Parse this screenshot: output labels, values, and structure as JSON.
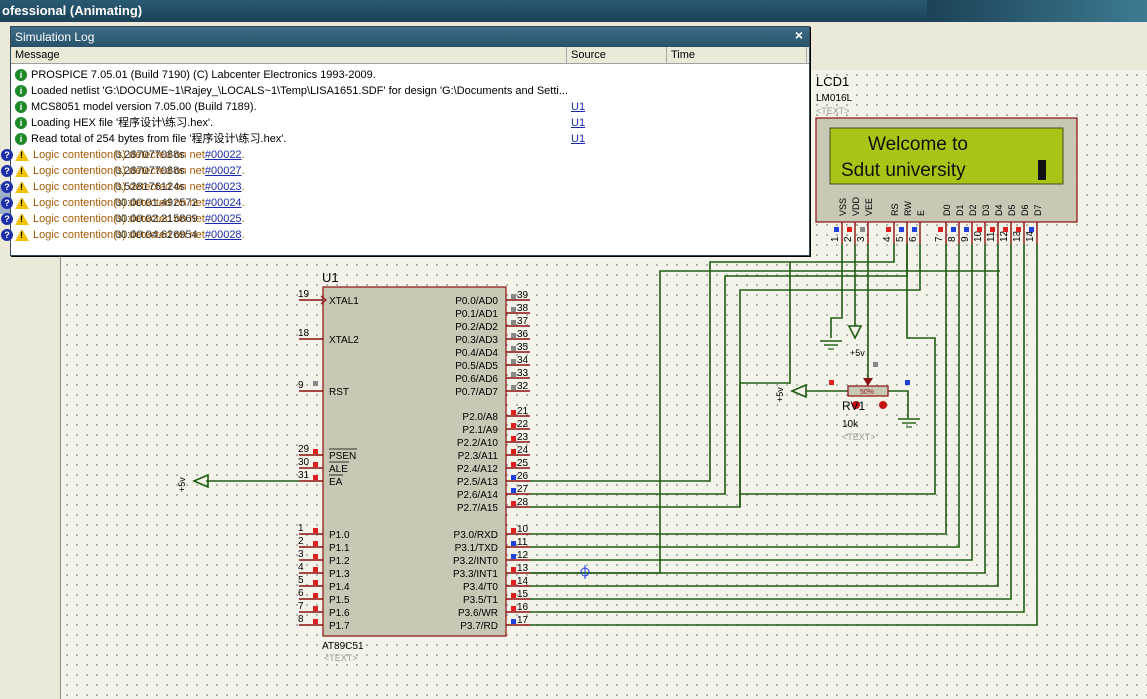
{
  "app": {
    "title_fragment": "ofessional (Animating)"
  },
  "sim_log": {
    "title": "Simulation Log",
    "close_symbol": "×",
    "columns": {
      "message": "Message",
      "source": "Source",
      "time": "Time"
    },
    "rows": [
      {
        "kind": "info",
        "text": "PROSPICE 7.05.01 (Build 7190) (C) Labcenter Electronics 1993-2009.",
        "net": "",
        "suffix": "",
        "source": "",
        "time": ""
      },
      {
        "kind": "info",
        "text": "Loaded netlist 'G:\\DOCUME~1\\Rajey_\\LOCALS~1\\Temp\\LISA1651.SDF' for design 'G:\\Documents and Setti...",
        "net": "",
        "suffix": "",
        "source": "",
        "time": ""
      },
      {
        "kind": "info",
        "text": "MCS8051 model version 7.05.00 (Build 7189).",
        "net": "",
        "suffix": "",
        "source": "U1",
        "time": ""
      },
      {
        "kind": "info",
        "text": "Loading HEX file '程序设计\\练习.hex'.",
        "net": "",
        "suffix": "",
        "source": "U1",
        "time": ""
      },
      {
        "kind": "info",
        "text": "Read total of 254 bytes from file '程序设计\\练习.hex'.",
        "net": "",
        "suffix": "",
        "source": "U1",
        "time": ""
      },
      {
        "kind": "warn",
        "text": "Logic contention(s) detected on net ",
        "net": "#00022",
        "suffix": ".",
        "source": "?",
        "time": "0.287077088s"
      },
      {
        "kind": "warn",
        "text": "Logic contention(s) detected on net ",
        "net": "#00027",
        "suffix": ".",
        "source": "?",
        "time": "0.287077088s"
      },
      {
        "kind": "warn",
        "text": "Logic contention(s) detected on net ",
        "net": "#00023",
        "suffix": ".",
        "source": "?",
        "time": "0.528176124s"
      },
      {
        "kind": "warn",
        "text": "Logic contention(s) detected on net ",
        "net": "#00024",
        "suffix": ".",
        "source": "?",
        "time": "00:00:01.492572"
      },
      {
        "kind": "warn",
        "text": "Logic contention(s) detected on net ",
        "net": "#00025",
        "suffix": ".",
        "source": "?",
        "time": "00:00:02.215869"
      },
      {
        "kind": "warn",
        "text": "Logic contention(s) detected on net ",
        "net": "#00028",
        "suffix": ".",
        "source": "?",
        "time": "00:00:04.626954"
      }
    ]
  },
  "lcd": {
    "ref": "LCD1",
    "part": "LM016L",
    "text_tag": "<TEXT>",
    "line1": "Welcome to",
    "line2": "Sdut university",
    "pin_labels": [
      "VSS",
      "VDD",
      "VEE",
      "RS",
      "RW",
      "E",
      "D0",
      "D1",
      "D2",
      "D3",
      "D4",
      "D5",
      "D6",
      "D7"
    ],
    "pin_numbers": [
      "1",
      "2",
      "3",
      "4",
      "5",
      "6",
      "7",
      "8",
      "9",
      "10",
      "11",
      "12",
      "13",
      "14"
    ]
  },
  "mcu": {
    "ref": "U1",
    "part": "AT89C51",
    "text_tag": "<TEXT>",
    "left_pins": [
      {
        "num": "19",
        "name": "XTAL1"
      },
      {
        "num": "18",
        "name": "XTAL2"
      },
      {
        "num": "9",
        "name": "RST"
      },
      {
        "num": "29",
        "name": "PSEN"
      },
      {
        "num": "30",
        "name": "ALE"
      },
      {
        "num": "31",
        "name": "EA"
      },
      {
        "num": "1",
        "name": "P1.0"
      },
      {
        "num": "2",
        "name": "P1.1"
      },
      {
        "num": "3",
        "name": "P1.2"
      },
      {
        "num": "4",
        "name": "P1.3"
      },
      {
        "num": "5",
        "name": "P1.4"
      },
      {
        "num": "6",
        "name": "P1.5"
      },
      {
        "num": "7",
        "name": "P1.6"
      },
      {
        "num": "8",
        "name": "P1.7"
      }
    ],
    "right_pins": [
      {
        "num": "39",
        "name": "P0.0/AD0"
      },
      {
        "num": "38",
        "name": "P0.1/AD1"
      },
      {
        "num": "37",
        "name": "P0.2/AD2"
      },
      {
        "num": "36",
        "name": "P0.3/AD3"
      },
      {
        "num": "35",
        "name": "P0.4/AD4"
      },
      {
        "num": "34",
        "name": "P0.5/AD5"
      },
      {
        "num": "33",
        "name": "P0.6/AD6"
      },
      {
        "num": "32",
        "name": "P0.7/AD7"
      },
      {
        "num": "21",
        "name": "P2.0/A8"
      },
      {
        "num": "22",
        "name": "P2.1/A9"
      },
      {
        "num": "23",
        "name": "P2.2/A10"
      },
      {
        "num": "24",
        "name": "P2.3/A11"
      },
      {
        "num": "25",
        "name": "P2.4/A12"
      },
      {
        "num": "26",
        "name": "P2.5/A13"
      },
      {
        "num": "27",
        "name": "P2.6/A14"
      },
      {
        "num": "28",
        "name": "P2.7/A15"
      },
      {
        "num": "10",
        "name": "P3.0/RXD"
      },
      {
        "num": "11",
        "name": "P3.1/TXD"
      },
      {
        "num": "12",
        "name": "P3.2/INT0"
      },
      {
        "num": "13",
        "name": "P3.3/INT1"
      },
      {
        "num": "14",
        "name": "P3.4/T0"
      },
      {
        "num": "15",
        "name": "P3.5/T1"
      },
      {
        "num": "16",
        "name": "P3.6/WR"
      },
      {
        "num": "17",
        "name": "P3.7/RD"
      }
    ]
  },
  "pot": {
    "ref": "RV1",
    "value": "10k",
    "text_tag": "<TEXT>",
    "wiper": "50%"
  },
  "power": {
    "vcc_label": "+5v"
  },
  "colors": {
    "wire": "#1f5c14",
    "pin_red": "#e02020",
    "pin_blue": "#2040e0",
    "ic_fill": "#c9c8b4",
    "ic_border": "#8b1010",
    "lcd_bg": "#a9c414",
    "accent_titlebar": "#27526a"
  }
}
